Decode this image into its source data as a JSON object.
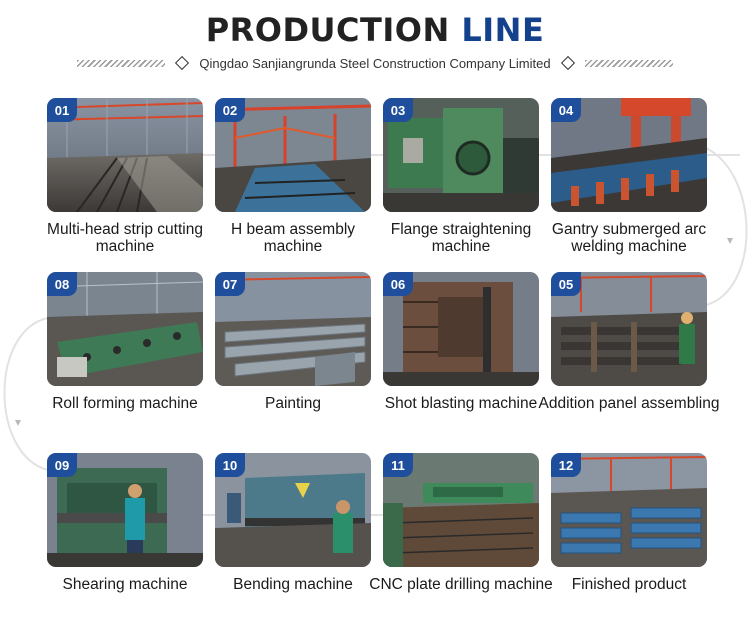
{
  "header": {
    "title_main": "PRODUCTION",
    "title_accent": "LINE",
    "subtitle": "Qingdao Sanjiangrunda Steel Construction Company Limited"
  },
  "colors": {
    "accent": "#14418b",
    "badge": "#1f4f9c",
    "flow_line": "#dcdcdc"
  },
  "steps": [
    {
      "number": "01",
      "label": "Multi-head strip cutting machine"
    },
    {
      "number": "02",
      "label": "H beam assembly machine"
    },
    {
      "number": "03",
      "label": "Flange straightening machine"
    },
    {
      "number": "04",
      "label": "Gantry submerged arc welding machine"
    },
    {
      "number": "08",
      "label": "Roll forming machine"
    },
    {
      "number": "07",
      "label": "Painting"
    },
    {
      "number": "06",
      "label": "Shot blasting machine"
    },
    {
      "number": "05",
      "label": "Addition panel assembling"
    },
    {
      "number": "09",
      "label": "Shearing machine"
    },
    {
      "number": "10",
      "label": "Bending machine"
    },
    {
      "number": "11",
      "label": "CNC plate drilling machine"
    },
    {
      "number": "12",
      "label": "Finished product"
    }
  ]
}
